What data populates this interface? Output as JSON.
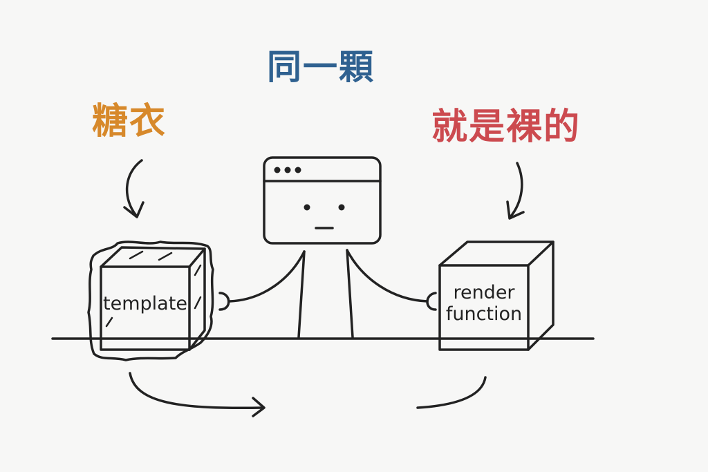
{
  "heading": "同一顆",
  "left_label": "糖衣",
  "right_label": "就是裸的",
  "left_box_text": "template",
  "right_box_text": [
    "render",
    "function"
  ],
  "colors": {
    "heading": "#2f6190",
    "left_label": "#d7892b",
    "right_label": "#cc4a4f",
    "ink": "#222222",
    "background": "#f7f7f6"
  }
}
